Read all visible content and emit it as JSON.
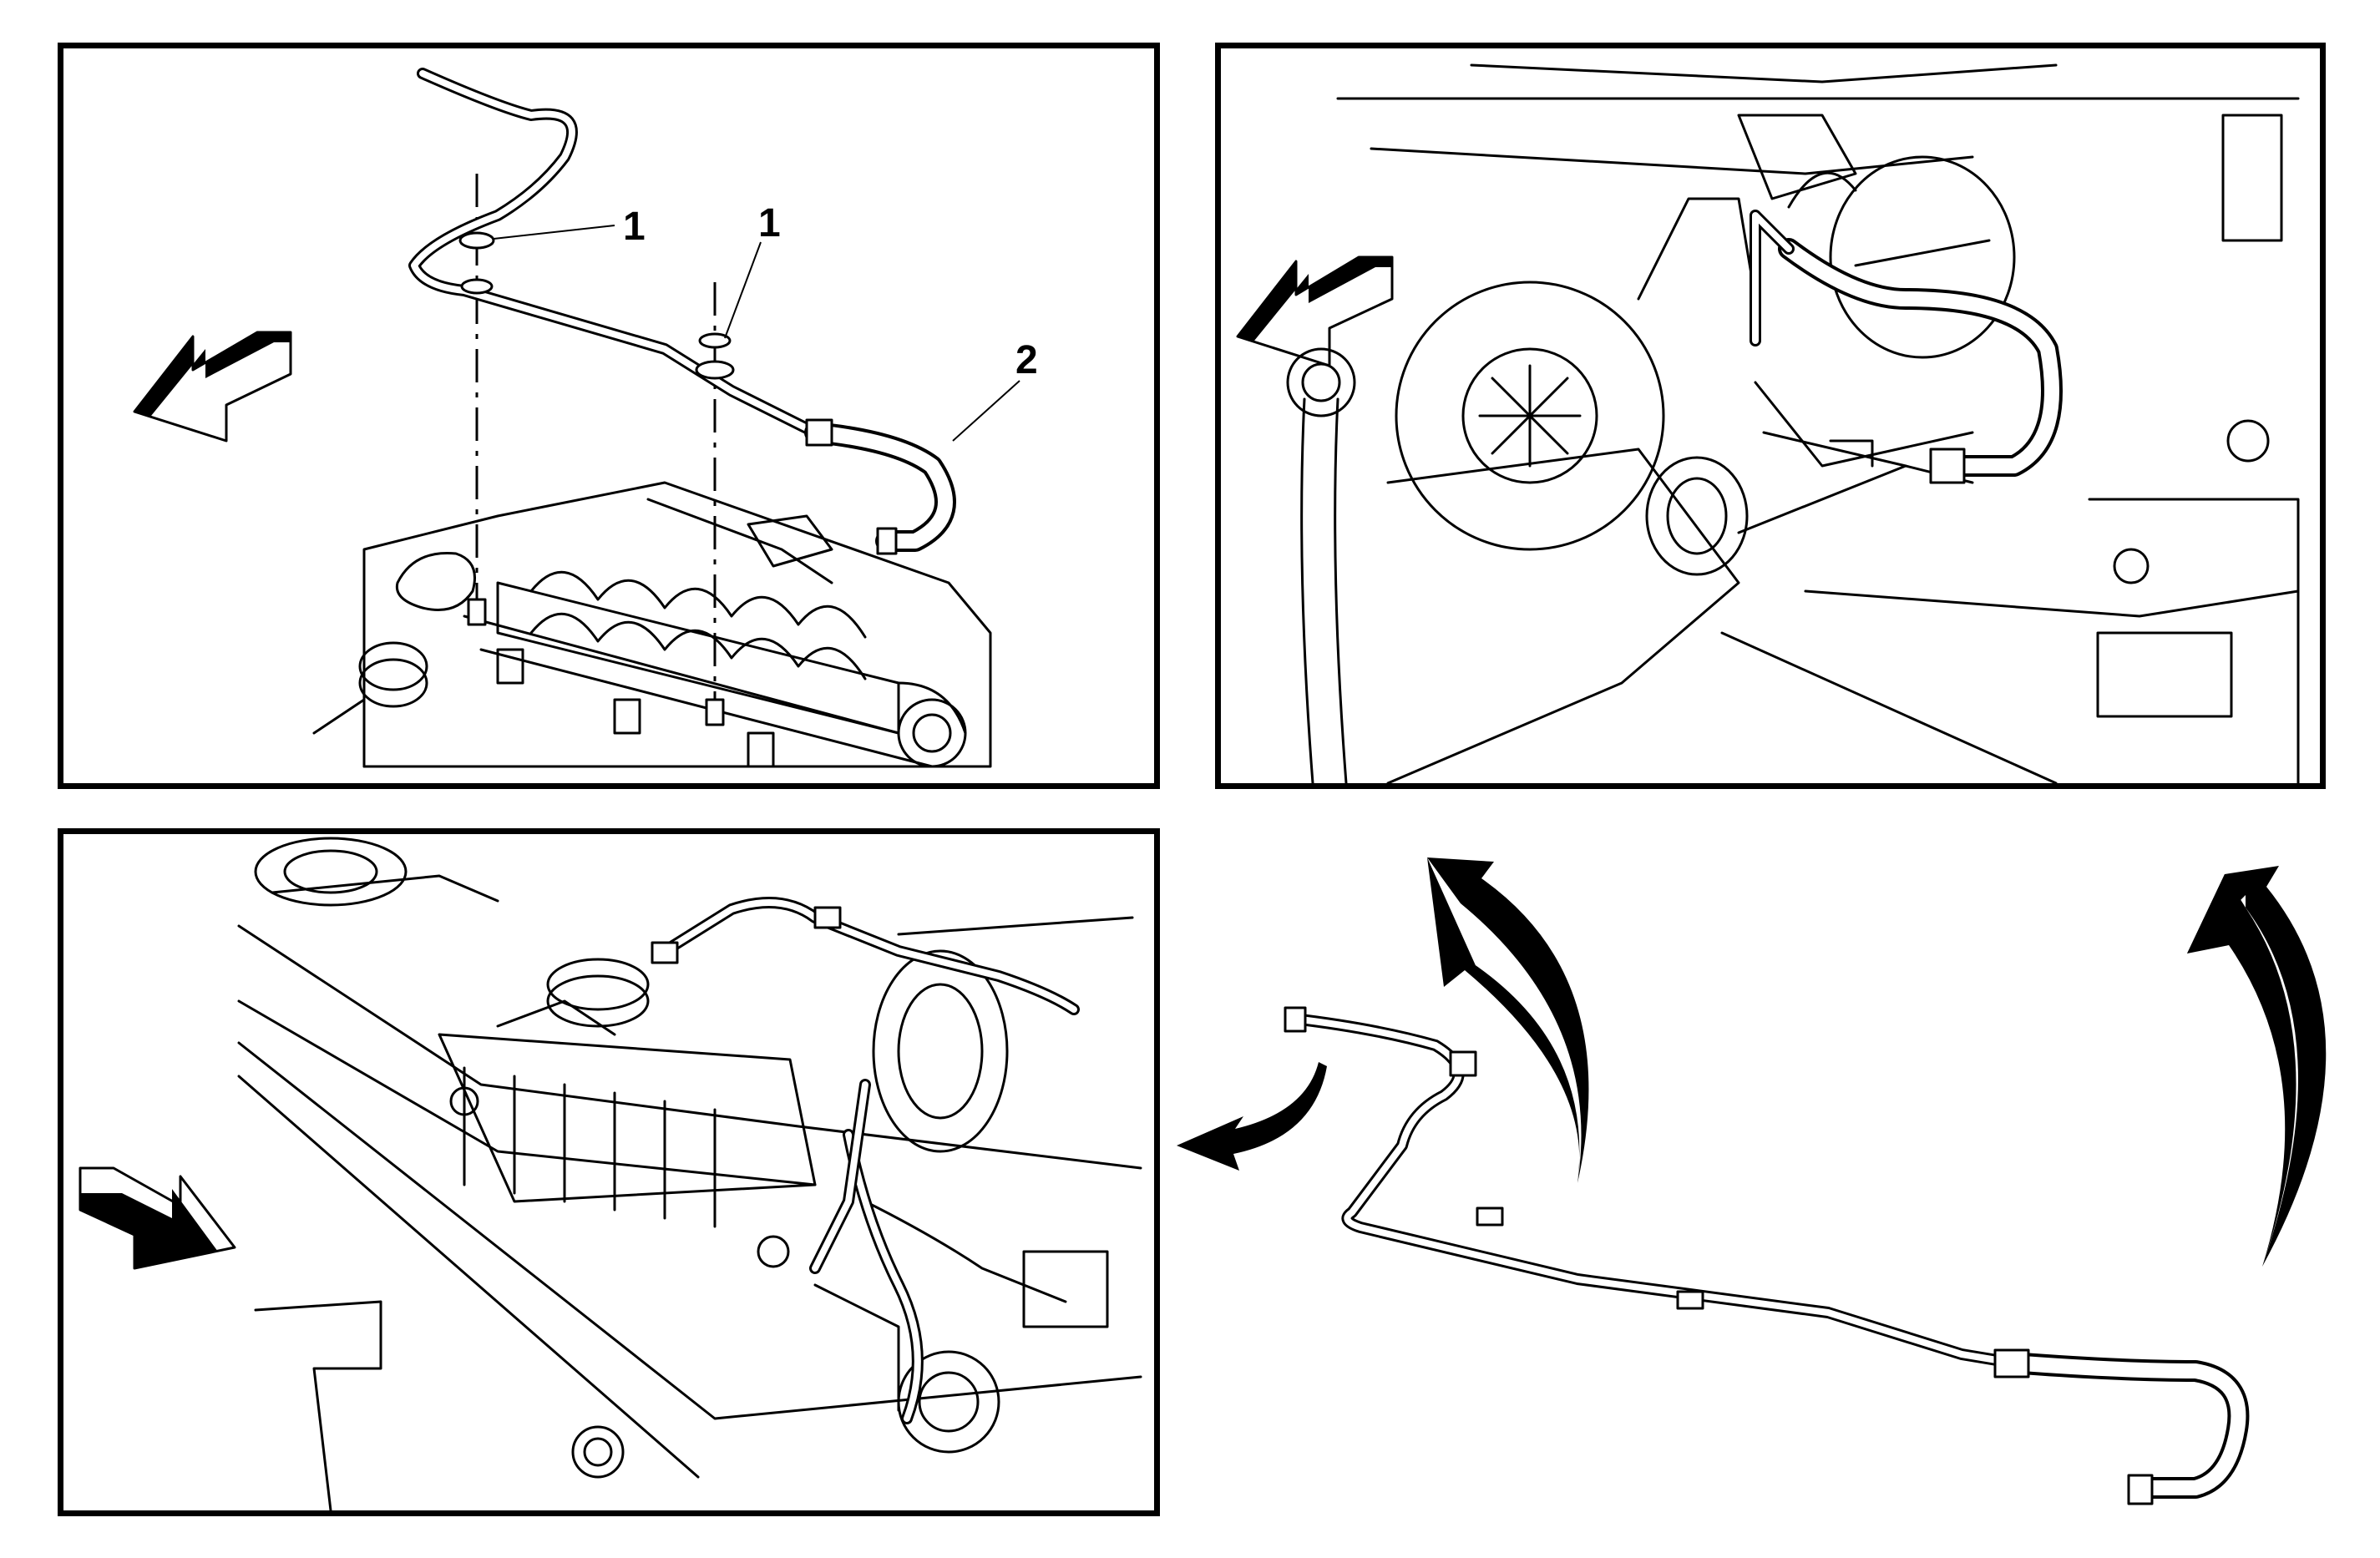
{
  "callouts": {
    "seal_left": "1",
    "seal_right": "1",
    "hose": "2"
  }
}
